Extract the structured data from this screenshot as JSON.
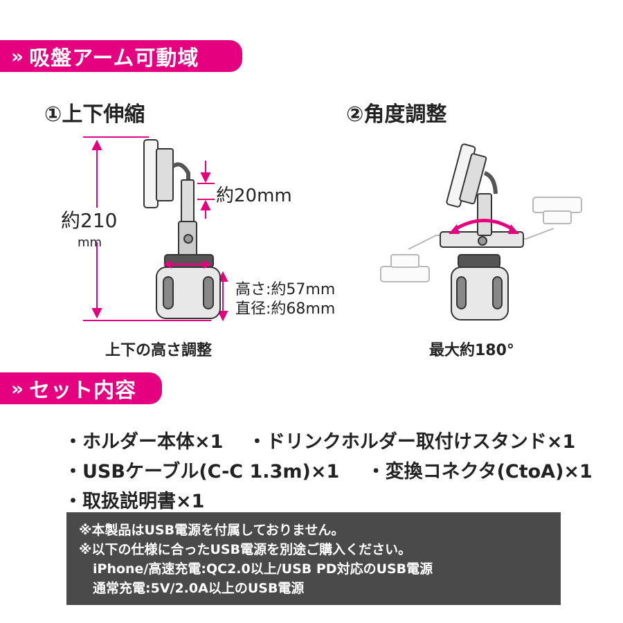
{
  "section1": {
    "chevron": "»",
    "title": "吸盤アーム可動域",
    "left_heading": "①上下伸縮",
    "right_heading": "②角度調整",
    "dim_total_1": "約210",
    "dim_total_unit": "mm",
    "dim_stroke": "約20mm",
    "dim_height": "高さ:約57mm",
    "dim_diameter": "直径:約68mm",
    "left_caption": "上下の高さ調整",
    "right_caption": "最大約180°"
  },
  "section2": {
    "chevron": "»",
    "title": "セット内容",
    "items": [
      [
        "・ホルダー本体×1",
        "・ドリンクホルダー取付けスタンド×1"
      ],
      [
        "・USBケーブル(C-C 1.3m)×1",
        "・変換コネクタ(CtoA)×1"
      ],
      [
        "・取扱説明書×1"
      ]
    ]
  },
  "notice": {
    "line1": "※本製品はUSB電源を付属しておりません。",
    "line2": "※以下の仕様に合ったUSB電源を別途ご購入ください。",
    "line3": "iPhone/高速充電:QC2.0以上/USB PD対応のUSB電源",
    "line4": "通常充電:5V/2.0A以上のUSB電源"
  },
  "colors": {
    "accent": "#e4007f",
    "notice_bg": "#4a4a4a"
  }
}
